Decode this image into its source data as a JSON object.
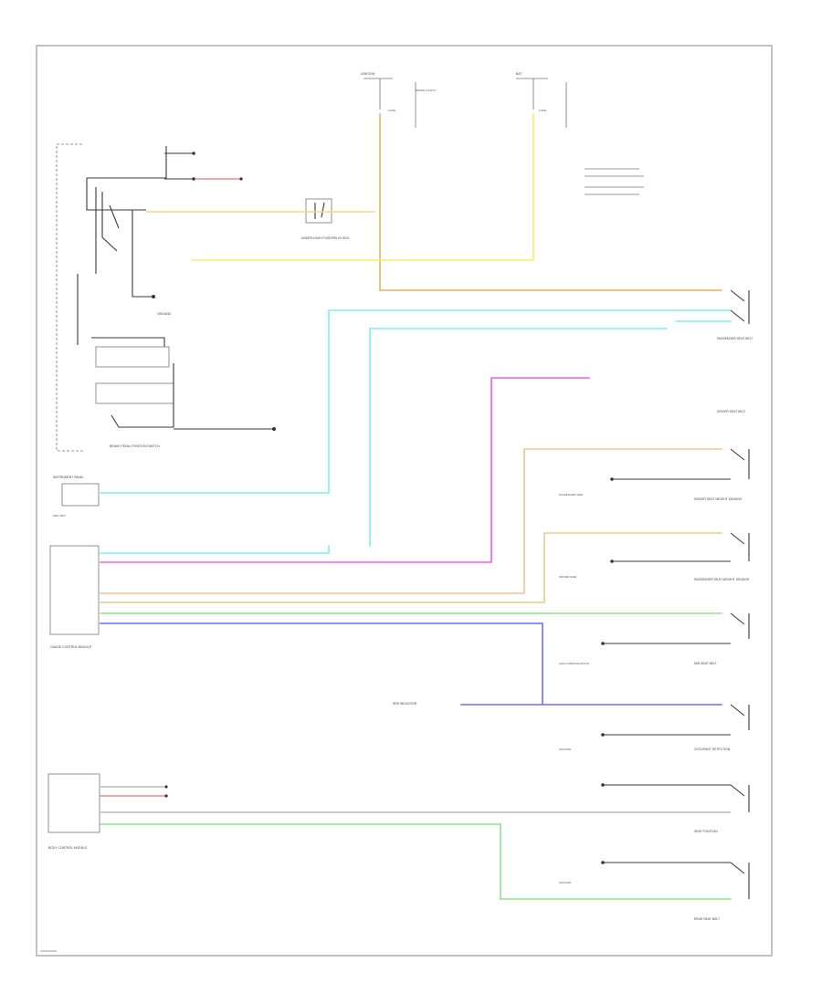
{
  "labels": [
    "IGNITION",
    "BAT",
    "FUSE",
    "UNDER-DASH FUSE/RELAY BOX",
    "FUSE",
    "BRAKE PEDAL POSITION SWITCH",
    "BRAKE LIGHTS",
    "GROUND",
    "INSTRUMENT PANEL",
    "SRS UNIT",
    "PASSENGER SEAT BELT",
    "DRIVER SEAT BELT",
    "DRIVER SEAT WEIGHT SENSOR",
    "PASSENGER SEAT WEIGHT SENSOR",
    "MID SEAT BELT",
    "OCCUPANT DETECTION",
    "SEAT POSITION",
    "GAUGE CONTROL MODULE",
    "SRS INDICATOR",
    "GROUND",
    "PASSENGER SIDE",
    "DRIVER SIDE",
    "REAR SEAT BELT",
    "CAN COMMUNICATION",
    "BODY CONTROL MODULE",
    "GROUND"
  ],
  "colors": {
    "orange": "#e9b25a",
    "yellow": "#f3ef6a",
    "cyan": "#7af1ee",
    "magenta": "#f25cf0",
    "peach": "#f7c291",
    "tan": "#e0cf8a",
    "green": "#8ee58d",
    "blue": "#6d6ef3",
    "red": "#f08a8a",
    "frame": "#999999"
  }
}
